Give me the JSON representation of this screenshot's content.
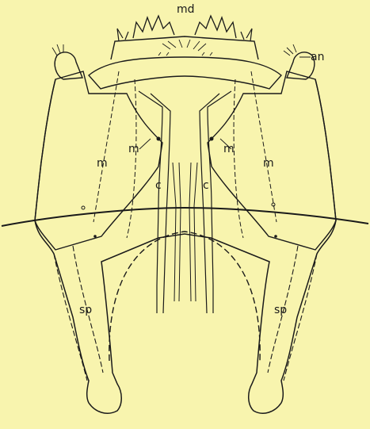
{
  "figure": {
    "background": "#f8f4ae",
    "ink": "#1a1a1a",
    "labels": {
      "mandible": "md",
      "antenna": "an",
      "muscle_left_outer": "m",
      "muscle_left_inner": "m",
      "muscle_right_inner": "m",
      "muscle_right_outer": "m",
      "canal_left": "c",
      "canal_right": "c",
      "sclerite_left": "sp",
      "sclerite_right": "sp"
    }
  }
}
